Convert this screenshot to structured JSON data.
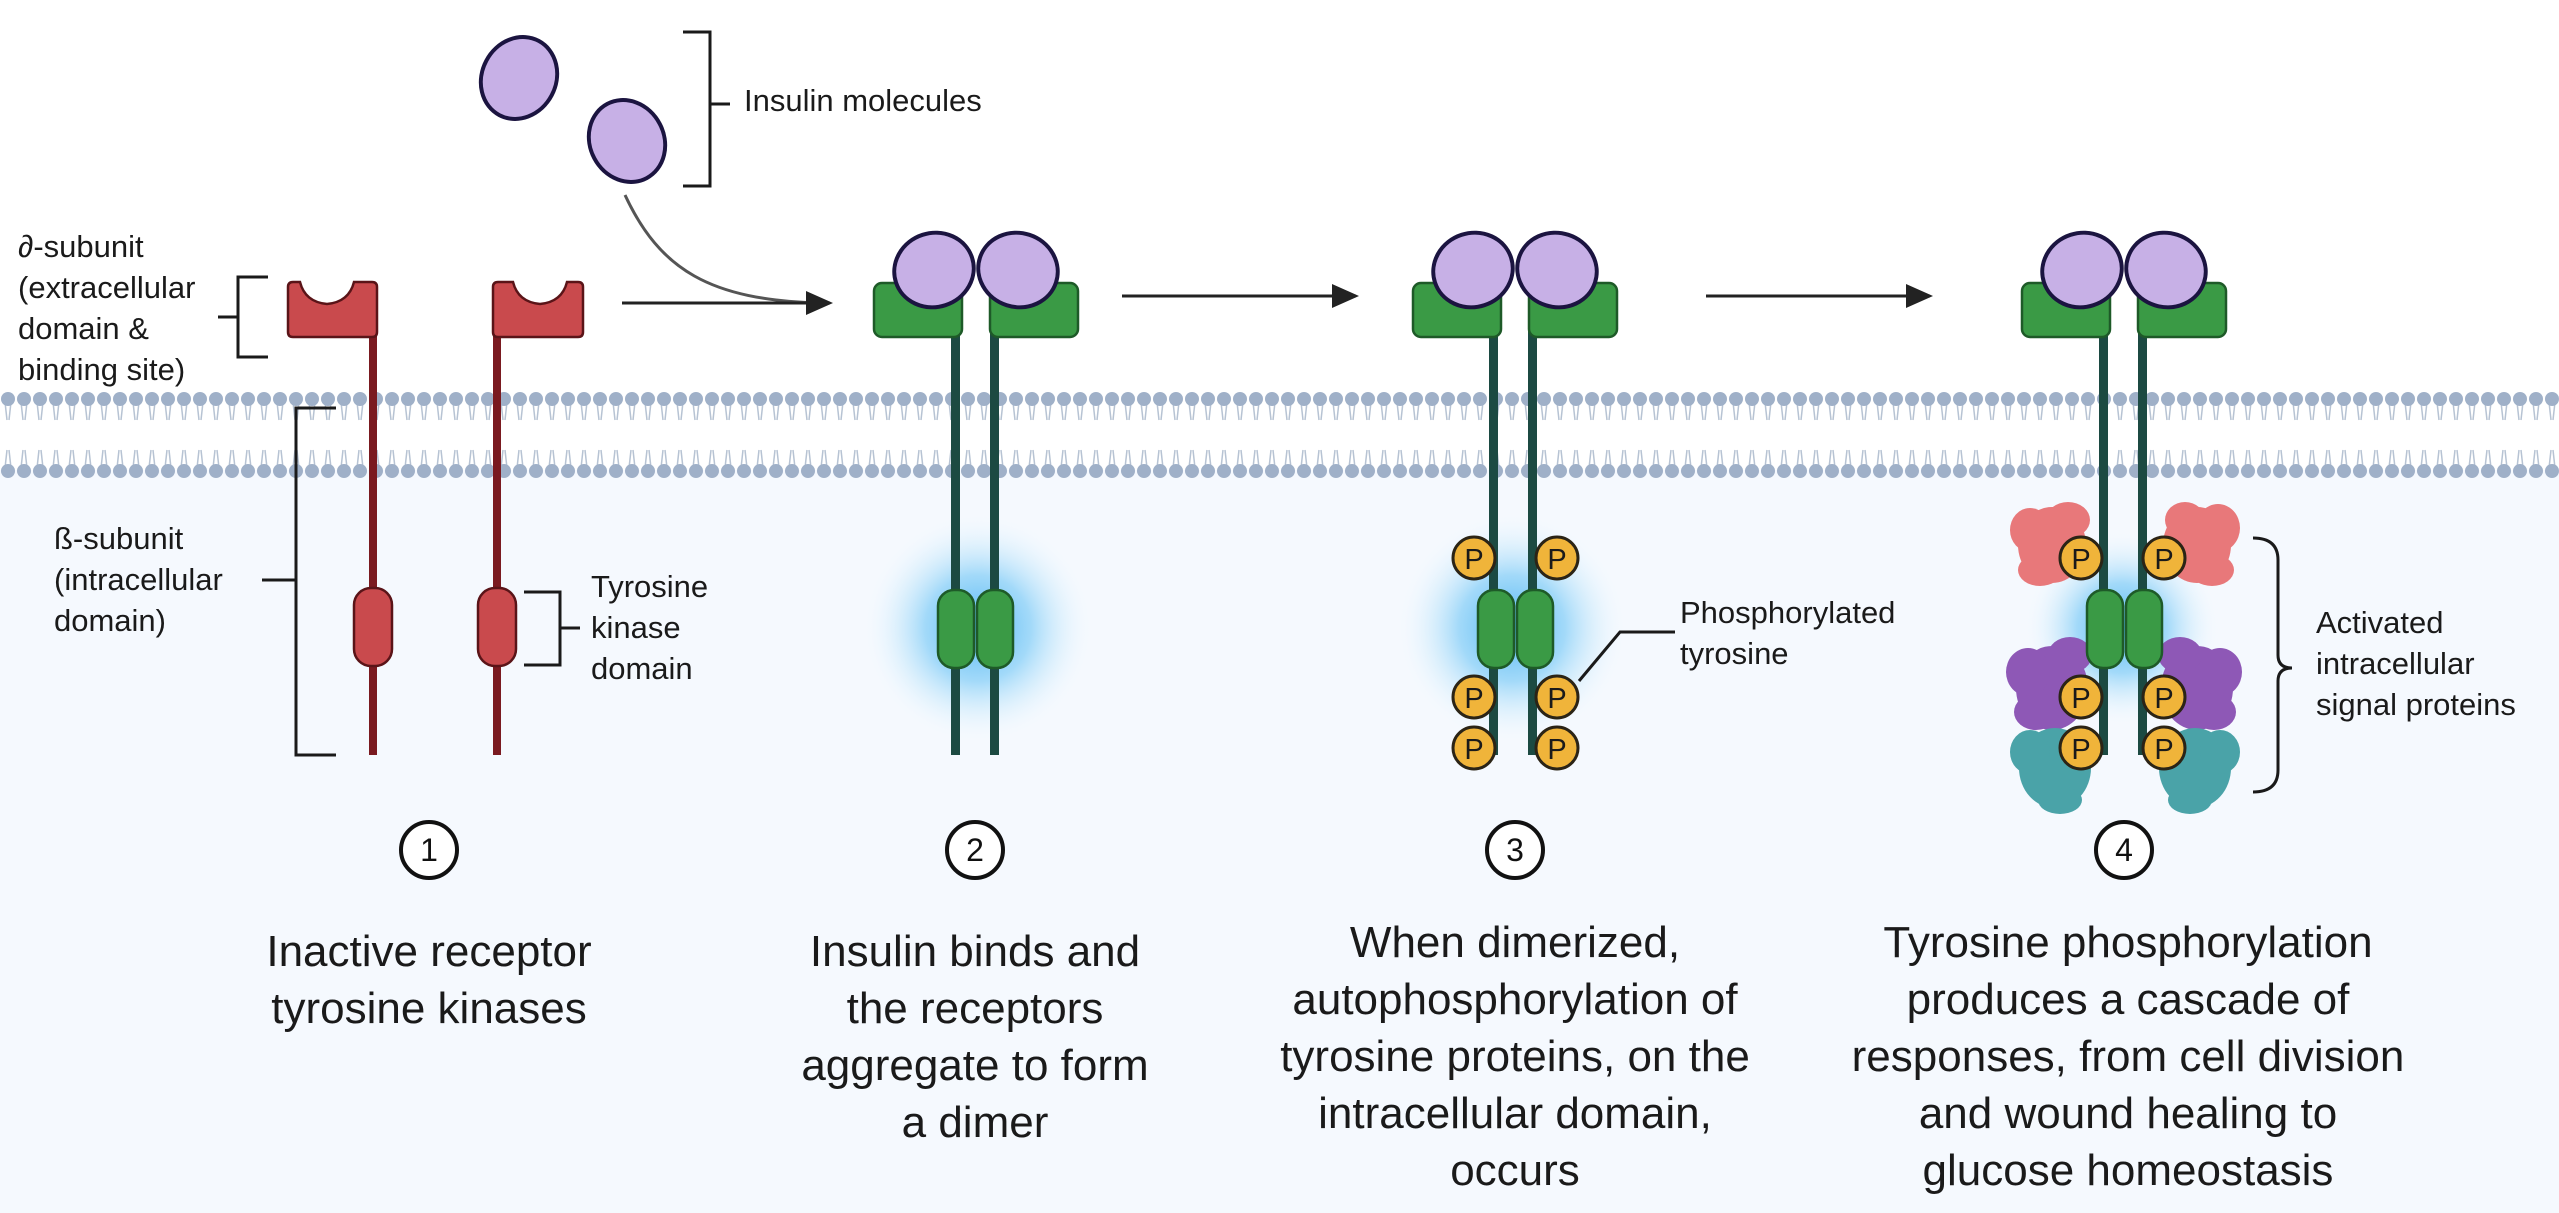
{
  "labels": {
    "insulin_molecules": "Insulin molecules",
    "alpha_subunit": "∂-subunit\n(extracellular\ndomain &\nbinding site)",
    "beta_subunit": "ß-subunit\n(intracellular\ndomain)",
    "tyrosine_kinase_domain": "Tyrosine\nkinase\ndomain",
    "phosphorylated_tyrosine": "Phosphorylated\ntyrosine",
    "activated_signal_proteins": "Activated\nintracellular\nsignal proteins",
    "phosphate_symbol": "P"
  },
  "steps": [
    {
      "number": "1",
      "caption": "Inactive receptor\ntyrosine kinases"
    },
    {
      "number": "2",
      "caption": "Insulin binds and\nthe receptors\naggregate to form\na dimer"
    },
    {
      "number": "3",
      "caption": "When dimerized,\nautophosphorylation of\ntyrosine proteins, on the\nintracellular domain,\noccurs"
    },
    {
      "number": "4",
      "caption": "Tyrosine phosphorylation\nproduces a cascade of\nresponses, from cell division\nand wound healing to\nglucose homeostasis"
    }
  ],
  "colors": {
    "inactive_receptor": "#c94a4d",
    "inactive_stalk": "#7a1a20",
    "active_receptor": "#3a9a45",
    "active_stalk": "#1c4a42",
    "insulin": "#c7b0e6",
    "phosphate": "#f0b43a",
    "membrane_head": "#9fb0c8",
    "cytoplasm": "#f5f9fe",
    "glow": "#4cb4f5",
    "signal_protein_red": "#e8787a",
    "signal_protein_purple": "#8e58b6",
    "signal_protein_teal": "#4aa3a8"
  }
}
